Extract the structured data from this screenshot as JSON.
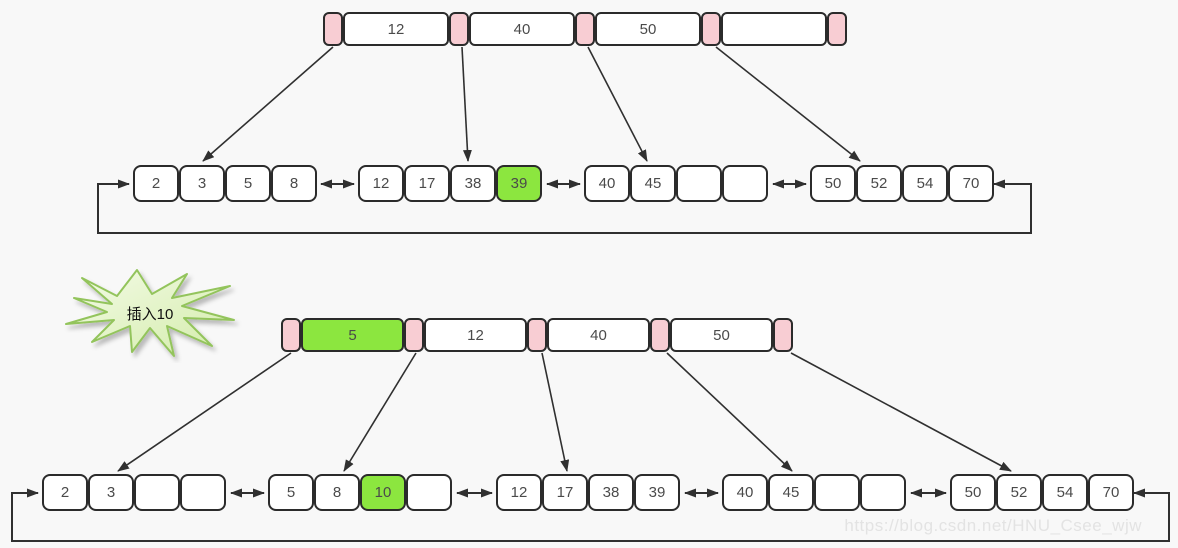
{
  "palette": {
    "background": "#f8f8f8",
    "cell_border": "#2b2b2b",
    "cell_fill": "#ffffff",
    "pointer_fill": "#f8cdd3",
    "highlight_fill": "#8ce63f",
    "callout_fill_top": "#f4fbe7",
    "callout_fill_bottom": "#d3ecaa",
    "callout_border": "#93c45c",
    "arrow_color": "#303030",
    "watermark_color": "#e3e3e3"
  },
  "top_tree": {
    "internal_node": {
      "keys": [
        "12",
        "40",
        "50",
        ""
      ]
    },
    "leaves": [
      {
        "cells": [
          "2",
          "3",
          "5",
          "8"
        ],
        "highlight_index": -1
      },
      {
        "cells": [
          "12",
          "17",
          "38",
          "39"
        ],
        "highlight_index": 3
      },
      {
        "cells": [
          "40",
          "45",
          "",
          ""
        ],
        "highlight_index": -1
      },
      {
        "cells": [
          "50",
          "52",
          "54",
          "70"
        ],
        "highlight_index": -1
      }
    ],
    "highlighted_value": "39"
  },
  "bottom_tree": {
    "callout": {
      "label": "插入10"
    },
    "internal_node": {
      "keys": [
        "5",
        "12",
        "40",
        "50"
      ],
      "highlighted_key": "5",
      "highlight_index": 0
    },
    "leaves": [
      {
        "cells": [
          "2",
          "3",
          "",
          ""
        ],
        "highlight_index": -1
      },
      {
        "cells": [
          "5",
          "8",
          "10",
          ""
        ],
        "highlight_index": 2
      },
      {
        "cells": [
          "12",
          "17",
          "38",
          "39"
        ],
        "highlight_index": -1
      },
      {
        "cells": [
          "40",
          "45",
          "",
          ""
        ],
        "highlight_index": -1
      },
      {
        "cells": [
          "50",
          "52",
          "54",
          "70"
        ],
        "highlight_index": -1
      }
    ],
    "highlighted_value": "10"
  },
  "watermark": {
    "text": "https://blog.csdn.net/HNU_Csee_wjw"
  }
}
